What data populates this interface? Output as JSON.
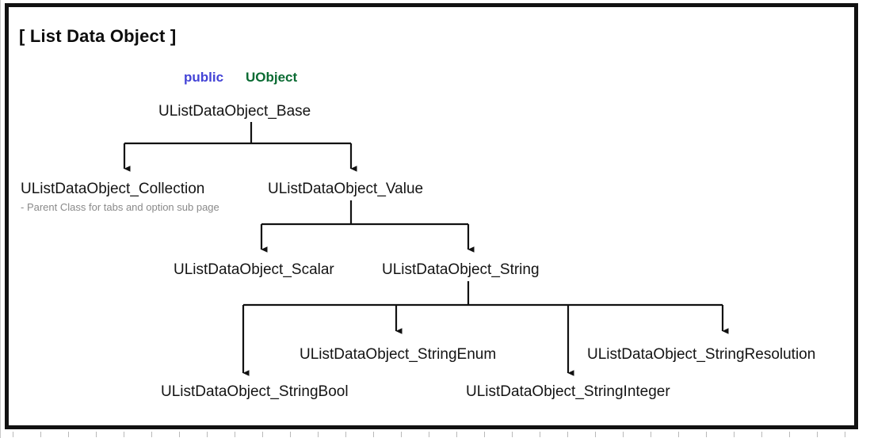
{
  "diagram": {
    "title": "[ List Data Object ]",
    "inheritance": {
      "access_modifier": "public",
      "base_class": "UObject",
      "modifier_color": "#4343d6",
      "base_class_color": "#0b6b33"
    },
    "note": "- Parent Class for tabs and option sub page",
    "frame_color": "#111111",
    "text_color": "#141414",
    "note_color": "#8a8a8a",
    "nodes": {
      "root": "UListDataObject_Base",
      "collection": "UListDataObject_Collection",
      "value": "UListDataObject_Value",
      "scalar": "UListDataObject_Scalar",
      "string": "UListDataObject_String",
      "string_bool": "UListDataObject_StringBool",
      "string_enum": "UListDataObject_StringEnum",
      "string_integer": "UListDataObject_StringInteger",
      "string_resolution": "UListDataObject_StringResolution"
    },
    "hierarchy": [
      {
        "parent": "UObject",
        "child": "UListDataObject_Base"
      },
      {
        "parent": "UListDataObject_Base",
        "child": "UListDataObject_Collection"
      },
      {
        "parent": "UListDataObject_Base",
        "child": "UListDataObject_Value"
      },
      {
        "parent": "UListDataObject_Value",
        "child": "UListDataObject_Scalar"
      },
      {
        "parent": "UListDataObject_Value",
        "child": "UListDataObject_String"
      },
      {
        "parent": "UListDataObject_String",
        "child": "UListDataObject_StringBool"
      },
      {
        "parent": "UListDataObject_String",
        "child": "UListDataObject_StringEnum"
      },
      {
        "parent": "UListDataObject_String",
        "child": "UListDataObject_StringInteger"
      },
      {
        "parent": "UListDataObject_String",
        "child": "UListDataObject_StringResolution"
      }
    ]
  }
}
